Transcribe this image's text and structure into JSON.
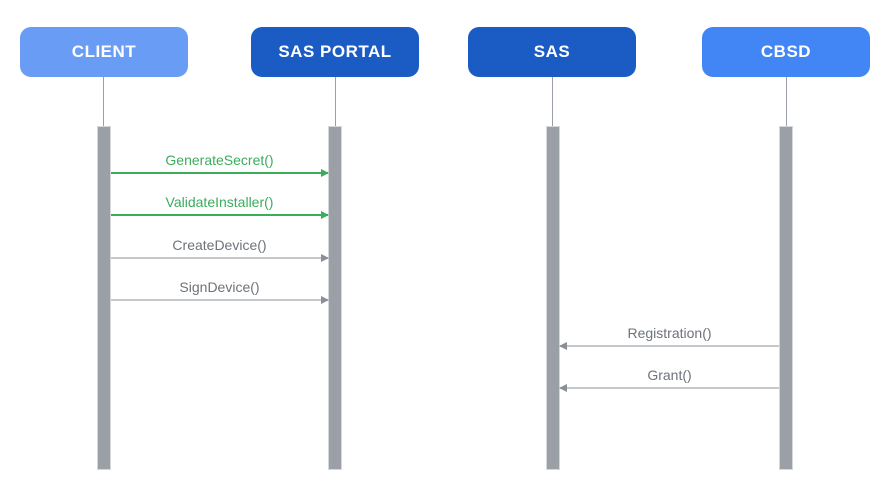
{
  "diagram": {
    "type": "sequence-diagram",
    "actors": [
      {
        "label": "CLIENT",
        "fill": "#699CF4",
        "text_color": "#FFFFFF"
      },
      {
        "label": "SAS PORTAL",
        "fill": "#1A5CC4",
        "text_color": "#FFFFFF"
      },
      {
        "label": "SAS",
        "fill": "#1A5CC4",
        "text_color": "#FFFFFF"
      },
      {
        "label": "CBSD",
        "fill": "#4285F4",
        "text_color": "#FFFFFF"
      }
    ],
    "messages": [
      {
        "label": "GenerateSecret()",
        "from": "CLIENT",
        "to": "SAS PORTAL",
        "direction": "right",
        "color": "#3BAD5C"
      },
      {
        "label": "ValidateInstaller()",
        "from": "CLIENT",
        "to": "SAS PORTAL",
        "direction": "right",
        "color": "#3BAD5C"
      },
      {
        "label": "CreateDevice()",
        "from": "CLIENT",
        "to": "SAS PORTAL",
        "direction": "right",
        "color": "#6E737A"
      },
      {
        "label": "SignDevice()",
        "from": "CLIENT",
        "to": "SAS PORTAL",
        "direction": "right",
        "color": "#6E737A"
      },
      {
        "label": "Registration()",
        "from": "CBSD",
        "to": "SAS",
        "direction": "left",
        "color": "#6E737A"
      },
      {
        "label": "Grant()",
        "from": "CBSD",
        "to": "SAS",
        "direction": "left",
        "color": "#6E737A"
      }
    ],
    "colors": {
      "background": "#FFFFFF",
      "activation_bar": "#9AA0A6",
      "lifeline": "#9AA0A6",
      "green_message": "#3BAD5C",
      "gray_message_text": "#6E737A",
      "gray_message_line": "#C4C8CC"
    }
  }
}
